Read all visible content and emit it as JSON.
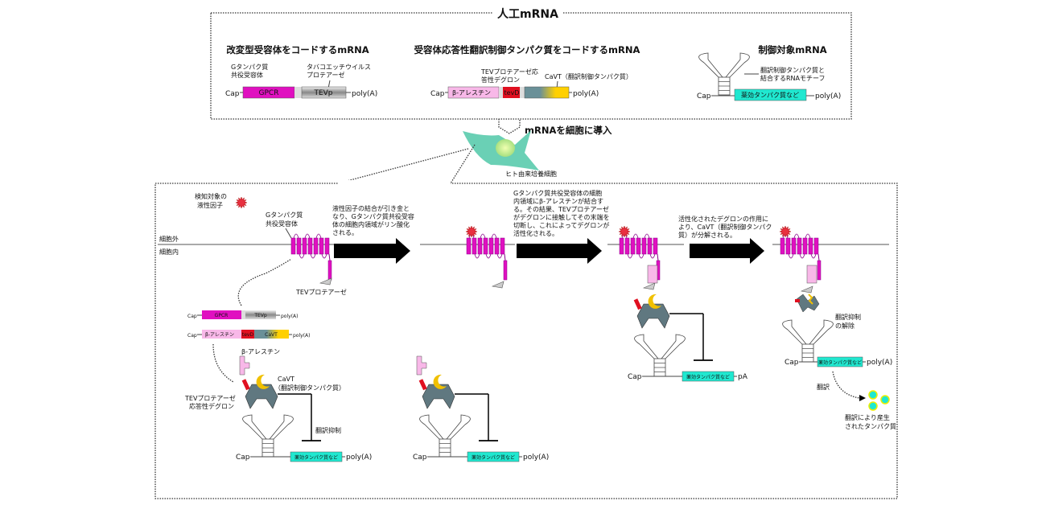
{
  "title": "人工mRNA",
  "colors": {
    "gpcr": "#e010c0",
    "arrestin": "#f8b8e8",
    "tevd": "#e01020",
    "cavt_start": "#6a9098",
    "cavt_end": "#ffd000",
    "target": "#20e8d0",
    "ligand": "#e83040",
    "cell": "#40c8a8",
    "protein": "#20e8d0"
  },
  "mrna1": {
    "heading": "改変型受容体をコードするmRNA",
    "label_gpcr": [
      "Gタンパク質",
      "共役受容体"
    ],
    "label_tevp": [
      "タバコエッチウイルス",
      "プロテアーゼ"
    ],
    "cap": "Cap",
    "seg1": "GPCR",
    "seg2": "TEVp",
    "polya": "poly(A)"
  },
  "mrna2": {
    "heading": "受容体応答性翻訳制御タンパク質をコードするmRNA",
    "label_tevd": [
      "TEVプロテアーゼ応",
      "答性デグロン"
    ],
    "label_cavt": "CaVT（翻訳制御タンパク質）",
    "cap": "Cap",
    "seg1": "β-アレスチン",
    "seg2": "tevD",
    "polya": "poly(A)"
  },
  "mrna3": {
    "heading": "制御対象mRNA",
    "label_motif": [
      "翻訳制御タンパク質と",
      "結合するRNAモチーフ"
    ],
    "cap": "Cap",
    "seg1": "薬効タンパク質など",
    "polya": "poly(A)"
  },
  "cell": {
    "intro": "mRNAを細胞に導入",
    "label": "ヒト由来培養細胞"
  },
  "panel": {
    "ligand_label": [
      "検知対象の",
      "液性因子"
    ],
    "receptor_label": [
      "Gタンパク質",
      "共役受容体"
    ],
    "outside": "細胞外",
    "inside": "細胞内",
    "tevp_label": "TEVプロテアーゼ",
    "step1": [
      "液性因子の結合が引き金と",
      "なり、Gタンパク質共役受容",
      "体の細胞内領域がリン酸化",
      "される。"
    ],
    "step2": [
      "Gタンパク質共役受容体の細胞",
      "内領域にβ-アレスチンが結合す",
      "る。その結果、TEVプロテアーゼ",
      "がデグロンに接触してその末端を",
      "切断し、これによってデグロンが",
      "活性化される。"
    ],
    "step3": [
      "活性化されたデグロンの作用に",
      "より、CaVT（翻訳制御タンパク",
      "質）が分解される。"
    ],
    "small_mrna1": {
      "cap": "Cap",
      "seg1": "GPCR",
      "seg2": "TEVp",
      "polya": "poly(A)"
    },
    "small_mrna2": {
      "cap": "Cap",
      "seg1": "β-アレスチン",
      "seg2": "tevD",
      "seg3": "CaVT",
      "polya": "poly(A)"
    },
    "arrestin_label": "β-アレスチン",
    "degron_label": [
      "TEVプロテアーゼ",
      "応答性デグロン"
    ],
    "cavt_label": [
      "CaVT",
      "（翻訳制御タンパク質）"
    ],
    "repress_label": "翻訳抑制",
    "cap": "Cap",
    "target": "薬効タンパク質など",
    "polya": "poly(A)",
    "pa": "pA",
    "release_label": [
      "翻訳抑制",
      "の解除"
    ],
    "translation_label": "翻訳",
    "product_label": [
      "翻訳により産生",
      "されたタンパク質"
    ]
  }
}
